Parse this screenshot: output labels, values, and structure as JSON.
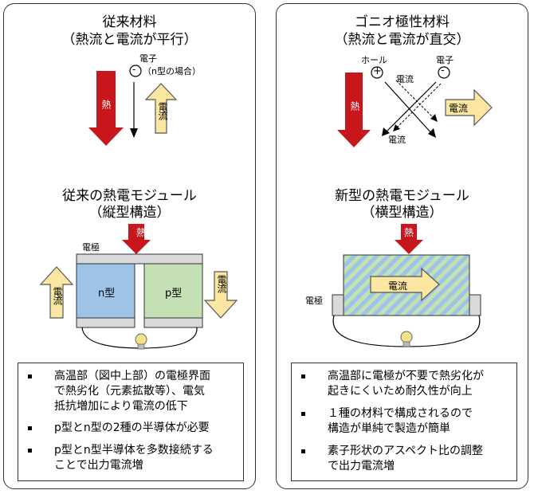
{
  "left_panel": {
    "title_line1": "従来材料",
    "title_line2": "（熱流と電流が平行）",
    "electron_label": "電子",
    "electron_note": "（n型の場合）",
    "minus_symbol": "-",
    "heat_label": "熱",
    "current_label": "電流",
    "module_title_line1": "従来の熱電モジュール",
    "module_title_line2": "（縦型構造）",
    "module_heat_label": "熱",
    "electrode_label": "電極",
    "n_type_label": "n型",
    "p_type_label": "p型",
    "left_current_label": "電流",
    "right_current_label": "電流",
    "bullets": [
      "高温部（図中上部）の電極界面\nで熱劣化（元素拡散等）、電気\n抵抗増加により電流の低下",
      "p型とn型の2種の半導体が必要",
      "p型とn型半導体を多数接続する\nことで出力電流増"
    ]
  },
  "right_panel": {
    "title_line1": "ゴニオ極性材料",
    "title_line2": "（熱流と電流が直交）",
    "hole_label": "ホール",
    "electron_label": "電子",
    "plus_symbol": "+",
    "minus_symbol": "-",
    "current_upper": "電流",
    "current_lower": "電流",
    "heat_label": "熱",
    "current_label": "電流",
    "module_title_line1": "新型の熱電モジュール",
    "module_title_line2": "（横型構造）",
    "module_heat_label": "熱",
    "electrode_label": "電極",
    "module_current_label": "電流",
    "bullets": [
      "高温部に電極が不要で熱劣化が\n起きにくいため耐久性が向上",
      "１種の材料で構成されるので\n構造が単純で製造が簡単",
      "素子形状のアスペクト比の調整\nで出力電流増"
    ]
  },
  "colors": {
    "heat_arrow": "#c8161d",
    "current_arrow_fill": "#fbe7a1",
    "n_type": "#9dc3e6",
    "p_type": "#c5e0b4",
    "electrode": "#d9d9d9",
    "stripe_a": "#9dc3e6",
    "stripe_b": "#c5e0b4"
  },
  "icons": [
    "light-bulb-icon",
    "light-bulb-icon"
  ]
}
